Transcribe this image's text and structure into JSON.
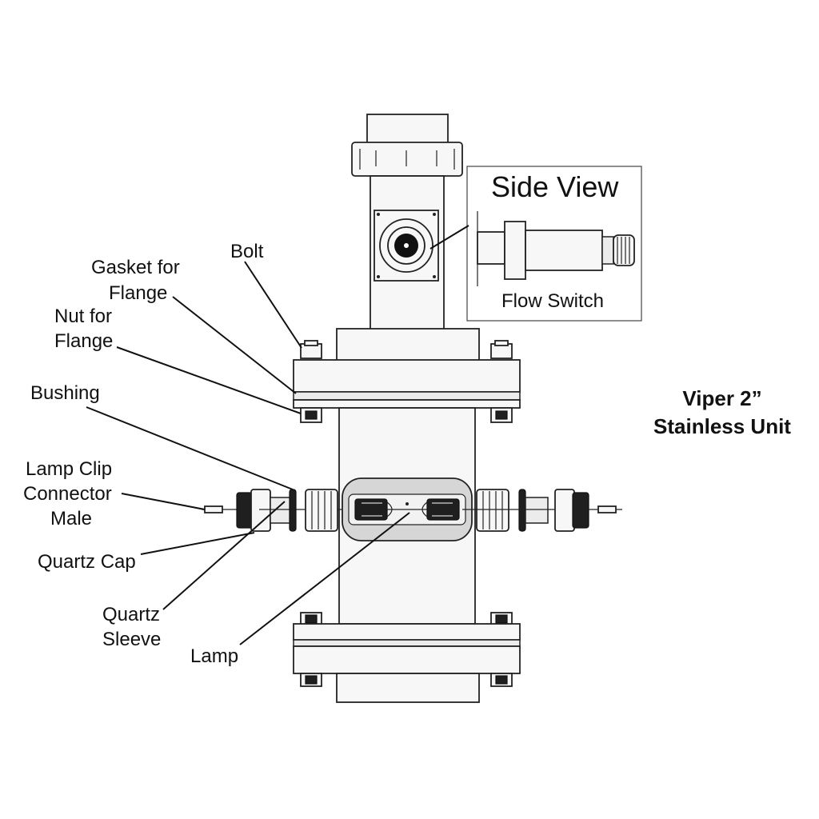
{
  "diagram": {
    "title_line1": "Viper 2”",
    "title_line2": "Stainless Unit",
    "side_view": {
      "heading": "Side View",
      "caption": "Flow Switch"
    },
    "labels": {
      "bolt": "Bolt",
      "gasket_line1": "Gasket for",
      "gasket_line2": "Flange",
      "nut_line1": "Nut for",
      "nut_line2": "Flange",
      "bushing": "Bushing",
      "lamp_clip_line1": "Lamp Clip",
      "lamp_clip_line2": "Connector",
      "lamp_clip_line3": "Male",
      "quartz_cap": "Quartz Cap",
      "quartz_sleeve_line1": "Quartz",
      "quartz_sleeve_line2": "Sleeve",
      "lamp": "Lamp"
    },
    "colors": {
      "line": "#222222",
      "fill_light": "#f7f7f7",
      "fill_mid": "#d9d9d9",
      "fill_dark": "#1f1f1f"
    }
  }
}
